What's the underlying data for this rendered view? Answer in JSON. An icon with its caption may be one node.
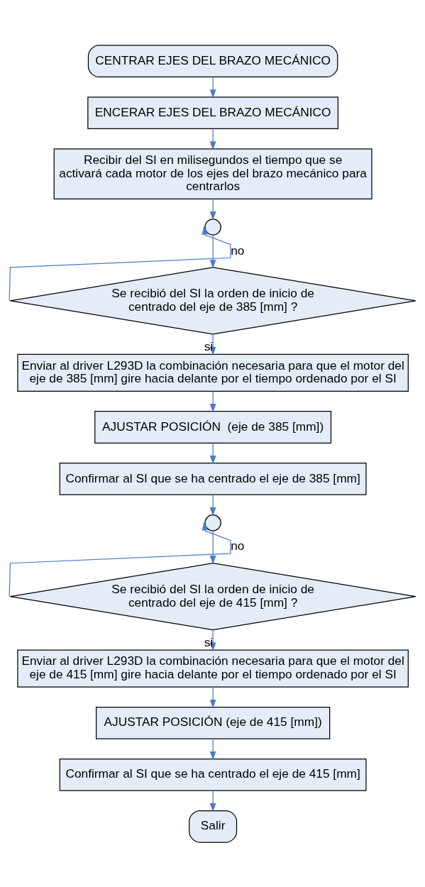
{
  "diagram": {
    "nodes": [
      {
        "text": [
          "CENTRAR EJES DEL BRAZO MECÁNICO"
        ]
      },
      {
        "text": [
          "ENCERAR EJES DEL BRAZO MECÁNICO"
        ]
      },
      {
        "text": [
          "Recibir del SI en milisegundos el tiempo que se activará cada motor de los ejes del brazo mecánico para centrarlos"
        ]
      },
      {
        "text": [],
        "shape": "circle"
      },
      {
        "text": [
          "Se recibió del SI la orden de inicio de centrado del eje de 385 [mm] ?"
        ]
      },
      {
        "text": [
          "Enviar al driver L293D la combinación necesaria para que el motor del eje de 385 [mm] gire hacia delante por el tiempo ordenado por el SI"
        ]
      },
      {
        "text": [
          "AJUSTAR POSICIÓN  (eje de 385 [mm])"
        ]
      },
      {
        "text": [
          "Confirmar al SI que se ha centrado el eje de 385 [mm]"
        ]
      },
      {
        "text": [],
        "shape": "circle"
      },
      {
        "text": [
          "Se recibió del SI la orden de inicio de centrado del eje de 415 [mm] ?"
        ]
      },
      {
        "text": [
          "Enviar al driver L293D la combinación necesaria para que el motor del eje de 415 [mm] gire hacia delante por el tiempo ordenado por el SI"
        ]
      },
      {
        "text": [
          "AJUSTAR POSICIÓN (eje de 415 [mm])"
        ]
      },
      {
        "text": [
          "Confirmar al SI que se ha centrado el eje de 415 [mm]"
        ]
      },
      {
        "text": [
          "Salir"
        ]
      }
    ],
    "edges": [
      {
        "from": 0,
        "to": 1,
        "arrow": "to"
      },
      {
        "from": 1,
        "to": 2,
        "arrow": "to"
      },
      {
        "from": 2,
        "to": 3,
        "arrow": "to"
      },
      {
        "from": 3,
        "to": 4,
        "arrow": "to"
      },
      {
        "from": 4,
        "to": 3,
        "arrow": "to",
        "label": "no"
      },
      {
        "from": 4,
        "to": 5,
        "arrow": "to",
        "label": "si"
      },
      {
        "from": 5,
        "to": 6,
        "arrow": "to"
      },
      {
        "from": 6,
        "to": 7,
        "arrow": "to"
      },
      {
        "from": 7,
        "to": 8,
        "arrow": "to"
      },
      {
        "from": 8,
        "to": 9,
        "arrow": "to"
      },
      {
        "from": 9,
        "to": 8,
        "arrow": "to",
        "label": "no"
      },
      {
        "from": 9,
        "to": 10,
        "arrow": "to",
        "label": "si"
      },
      {
        "from": 10,
        "to": 11,
        "arrow": "to"
      },
      {
        "from": 11,
        "to": 12,
        "arrow": "to"
      },
      {
        "from": 12,
        "to": 13,
        "arrow": "to"
      }
    ]
  }
}
